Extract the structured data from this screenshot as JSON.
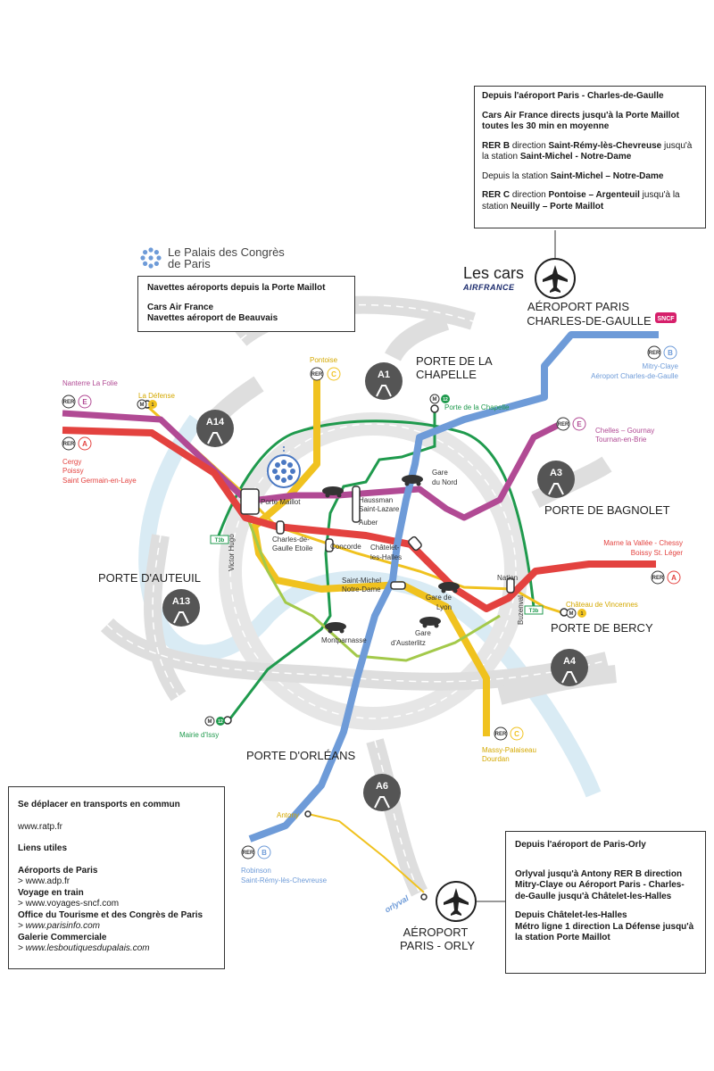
{
  "cdg_box": {
    "title": "Depuis l'aéroport Paris - Charles-de-Gaulle",
    "p1": "Cars Air France directs jusqu'à la Porte Maillot toutes les 30 min en moyenne",
    "p2a": "RER B",
    "p2b": " direction ",
    "p2c": "Saint-Rémy-lès-Chevreuse",
    "p2d": " jusqu'à la station ",
    "p2e": "Saint-Michel - Notre-Dame",
    "p3a": "Depuis la station ",
    "p3b": "Saint-Michel – Notre-Dame",
    "p4a": "RER C",
    "p4b": " direction ",
    "p4c": "Pontoise – Argenteuil",
    "p4d": " jusqu'à la station ",
    "p4e": "Neuilly – Porte Maillot"
  },
  "palais_logo": {
    "line1": "Le Palais des Congrès",
    "line2": "de Paris"
  },
  "maillot_box": {
    "title": "Navettes aéroports depuis la Porte Maillot",
    "l1": "Cars Air France",
    "l2": "Navettes aéroport de Beauvais"
  },
  "cars": {
    "label": "Les cars",
    "brand": "AIRFRANCE"
  },
  "airports": {
    "cdg_l1": "AÉROPORT PARIS",
    "cdg_l2": "CHARLES-DE-GAULLE",
    "orly_l1": "AÉROPORT",
    "orly_l2": "PARIS - ORLY",
    "sncf": "SNCF",
    "orlyval": "orlyval"
  },
  "portes": {
    "chapelle_l1": "PORTE DE LA",
    "chapelle_l2": "CHAPELLE",
    "bagnolet": "PORTE DE BAGNOLET",
    "auteuil": "PORTE D'AUTEUIL",
    "bercy": "PORTE DE BERCY",
    "orleans": "PORTE D'ORLÉANS"
  },
  "motorways": {
    "a1": "A1",
    "a3": "A3",
    "a4": "A4",
    "a6": "A6",
    "a13": "A13",
    "a14": "A14"
  },
  "badges": {
    "rer": "RER",
    "a": "A",
    "b": "B",
    "c": "C",
    "e": "E",
    "m": "M",
    "t3b": "T3b"
  },
  "termini": {
    "nanterre": "Nanterre La Folie",
    "ladefense": "La Défense",
    "pontoise": "Pontoise",
    "cergy": "Cergy",
    "poissy": "Poissy",
    "stgermain": "Saint Germain-en-Laye",
    "mitry": "Mitry-Claye",
    "aeroport_cdg": "Aéroport Charles-de-Gaulle",
    "chelles": "Chelles – Gournay",
    "tournan": "Tournan-en-Brie",
    "marne": "Marne la Vallée - Chessy",
    "boissy": "Boissy St. Léger",
    "vincennes": "Château de Vincennes",
    "massy": "Massy-Palaiseau",
    "dourdan": "Dourdan",
    "mairie_issy": "Mairie d'Issy",
    "robinson": "Robinson",
    "st_remy": "Saint-Rémy-lès-Chevreuse",
    "antony": "Antony",
    "porte_chapelle": "Porte de la Chapelle"
  },
  "stations": {
    "porte_maillot": "Porte Maillot",
    "victor_hugo": "Victor Hugo",
    "cdg_etoile_1": "Charles-de-",
    "cdg_etoile_2": "Gaulle Etoile",
    "concorde": "Concorde",
    "haussman_1": "Haussman",
    "haussman_2": "Saint-Lazare",
    "auber": "Auber",
    "gare_nord_1": "Gare",
    "gare_nord_2": "du Nord",
    "chatelet_1": "Châtelet-",
    "chatelet_2": "les-Halles",
    "st_michel_1": "Saint-Michel",
    "st_michel_2": "Notre-Dame",
    "gare_lyon_1": "Gare de",
    "gare_lyon_2": "Lyon",
    "austerlitz_1": "Gare",
    "austerlitz_2": "d'Austerlitz",
    "nation": "Nation",
    "buzenval": "Buzenval",
    "montparnasse": "Montparnasse",
    "m1": "1",
    "m12": "12"
  },
  "transport_box": {
    "title": "Se déplacer en transports en commun",
    "ratp": "www.ratp.fr",
    "liens": "Liens utiles",
    "aero": "Aéroports de Paris",
    "adp": "> www.adp.fr",
    "train": "Voyage en train",
    "sncf": "> www.voyages-sncf.com",
    "office": "Office du Tourisme et des Congrès de Paris",
    "parisinfo": "> www.parisinfo.com",
    "galerie": "Galerie Commerciale",
    "boutiques": "> www.lesboutiquesdupalais.com"
  },
  "orly_box": {
    "title": "Depuis l'aéroport de Paris-Orly",
    "p1a": "Orlyval",
    "p1b": " jusqu'à Antony RER B direction ",
    "p1c": "Mitry-Claye",
    "p1d": " ou ",
    "p1e": "Aéroport Paris - Charles-de-Gaulle",
    "p1f": " jusqu'à ",
    "p1g": "Châtelet-les-Halles",
    "p2": "Depuis Châtelet-les-Halles",
    "p3a": "Métro ligne 1",
    "p3b": " direction ",
    "p3c": "La Défense",
    "p3d": " jusqu'à la station ",
    "p3e": "Porte Maillot"
  },
  "colors": {
    "rer_a": "#e3423f",
    "rer_b": "#6e9bd8",
    "rer_c": "#f0c21f",
    "rer_e": "#b14a94",
    "metro_1": "#f0c21f",
    "metro_12": "#1f9a4d",
    "metro_4": "#a3c94a",
    "seine": "#d9ebf4",
    "roads": "#dcdcdc"
  }
}
